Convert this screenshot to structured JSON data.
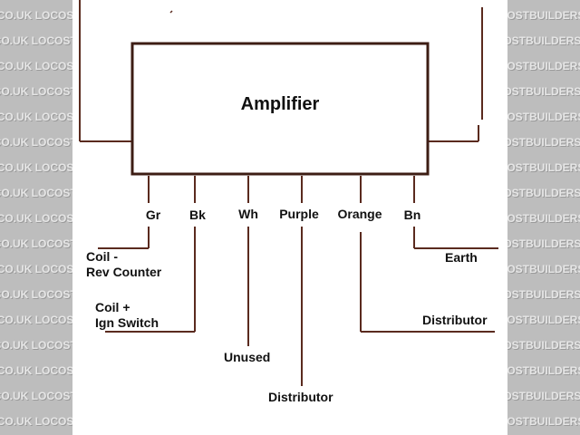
{
  "watermark": {
    "text": "LOCOSTBUILDERS.CO.UK"
  },
  "diagram": {
    "component_label": "Amplifier",
    "wires": [
      {
        "code": "Gr",
        "destination": [
          "Coil -",
          "Rev Counter"
        ]
      },
      {
        "code": "Bk",
        "destination": [
          "Coil +",
          "Ign Switch"
        ]
      },
      {
        "code": "Wh",
        "destination": [
          "Unused"
        ]
      },
      {
        "code": "Purple",
        "destination": [
          "Distributor"
        ]
      },
      {
        "code": "Orange",
        "destination": [
          "Distributor"
        ]
      },
      {
        "code": "Bn",
        "destination": [
          "Earth"
        ]
      }
    ]
  },
  "colors": {
    "line": "#5a2a1e",
    "text": "#111111"
  }
}
